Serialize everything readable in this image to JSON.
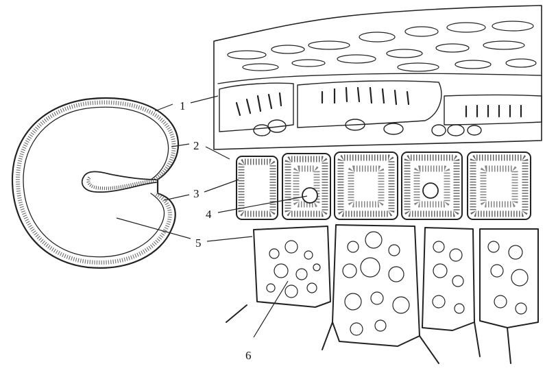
{
  "figure": {
    "callouts": [
      {
        "id": "c1",
        "label": "1"
      },
      {
        "id": "c2",
        "label": "2"
      },
      {
        "id": "c3",
        "label": "3"
      },
      {
        "id": "c4",
        "label": "4"
      },
      {
        "id": "c5",
        "label": "5"
      },
      {
        "id": "c6",
        "label": "6"
      }
    ],
    "colors": {
      "ink": "#222222",
      "background": "#ffffff"
    }
  }
}
